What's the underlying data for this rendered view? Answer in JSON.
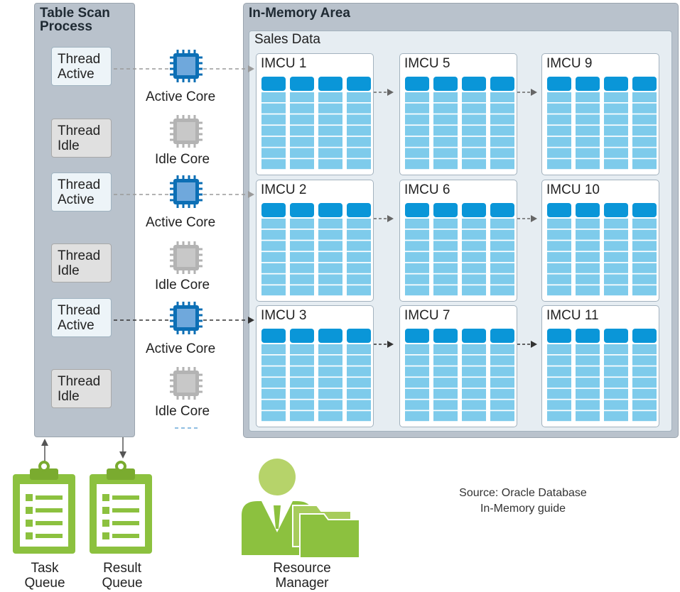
{
  "scan_process": {
    "title_line1": "Table Scan",
    "title_line2": "Process",
    "threads": [
      {
        "state": "active",
        "line1": "Thread",
        "line2": "Active"
      },
      {
        "state": "idle",
        "line1": "Thread",
        "line2": "Idle"
      },
      {
        "state": "active",
        "line1": "Thread",
        "line2": "Active"
      },
      {
        "state": "idle",
        "line1": "Thread",
        "line2": "Idle"
      },
      {
        "state": "active",
        "line1": "Thread",
        "line2": "Active"
      },
      {
        "state": "idle",
        "line1": "Thread",
        "line2": "Idle"
      }
    ]
  },
  "cores": [
    {
      "state": "active",
      "label": "Active Core"
    },
    {
      "state": "idle",
      "label": "Idle Core"
    },
    {
      "state": "active",
      "label": "Active Core"
    },
    {
      "state": "idle",
      "label": "Idle Core"
    },
    {
      "state": "active",
      "label": "Active Core"
    },
    {
      "state": "idle",
      "label": "Idle Core"
    }
  ],
  "memory_area": {
    "title": "In-Memory Area",
    "sales_title": "Sales Data",
    "imcus": [
      [
        "IMCU 1",
        "IMCU 5",
        "IMCU 9"
      ],
      [
        "IMCU 2",
        "IMCU 6",
        "IMCU 10"
      ],
      [
        "IMCU 3",
        "IMCU 7",
        "IMCU 11"
      ]
    ]
  },
  "queues": {
    "task_line1": "Task",
    "task_line2": "Queue",
    "result_line1": "Result",
    "result_line2": "Queue"
  },
  "resource_manager": {
    "line1": "Resource",
    "line2": "Manager"
  },
  "source_note": {
    "line1": "Source: Oracle Database",
    "line2": "In-Memory guide"
  },
  "colors": {
    "panel": "#b9c2cc",
    "column_top": "#0a96d8",
    "column_cell": "#7ecbeb",
    "active_core": "#6fa8dc",
    "idle_core": "#c8c8c8",
    "icon_green": "#8cc13f"
  }
}
